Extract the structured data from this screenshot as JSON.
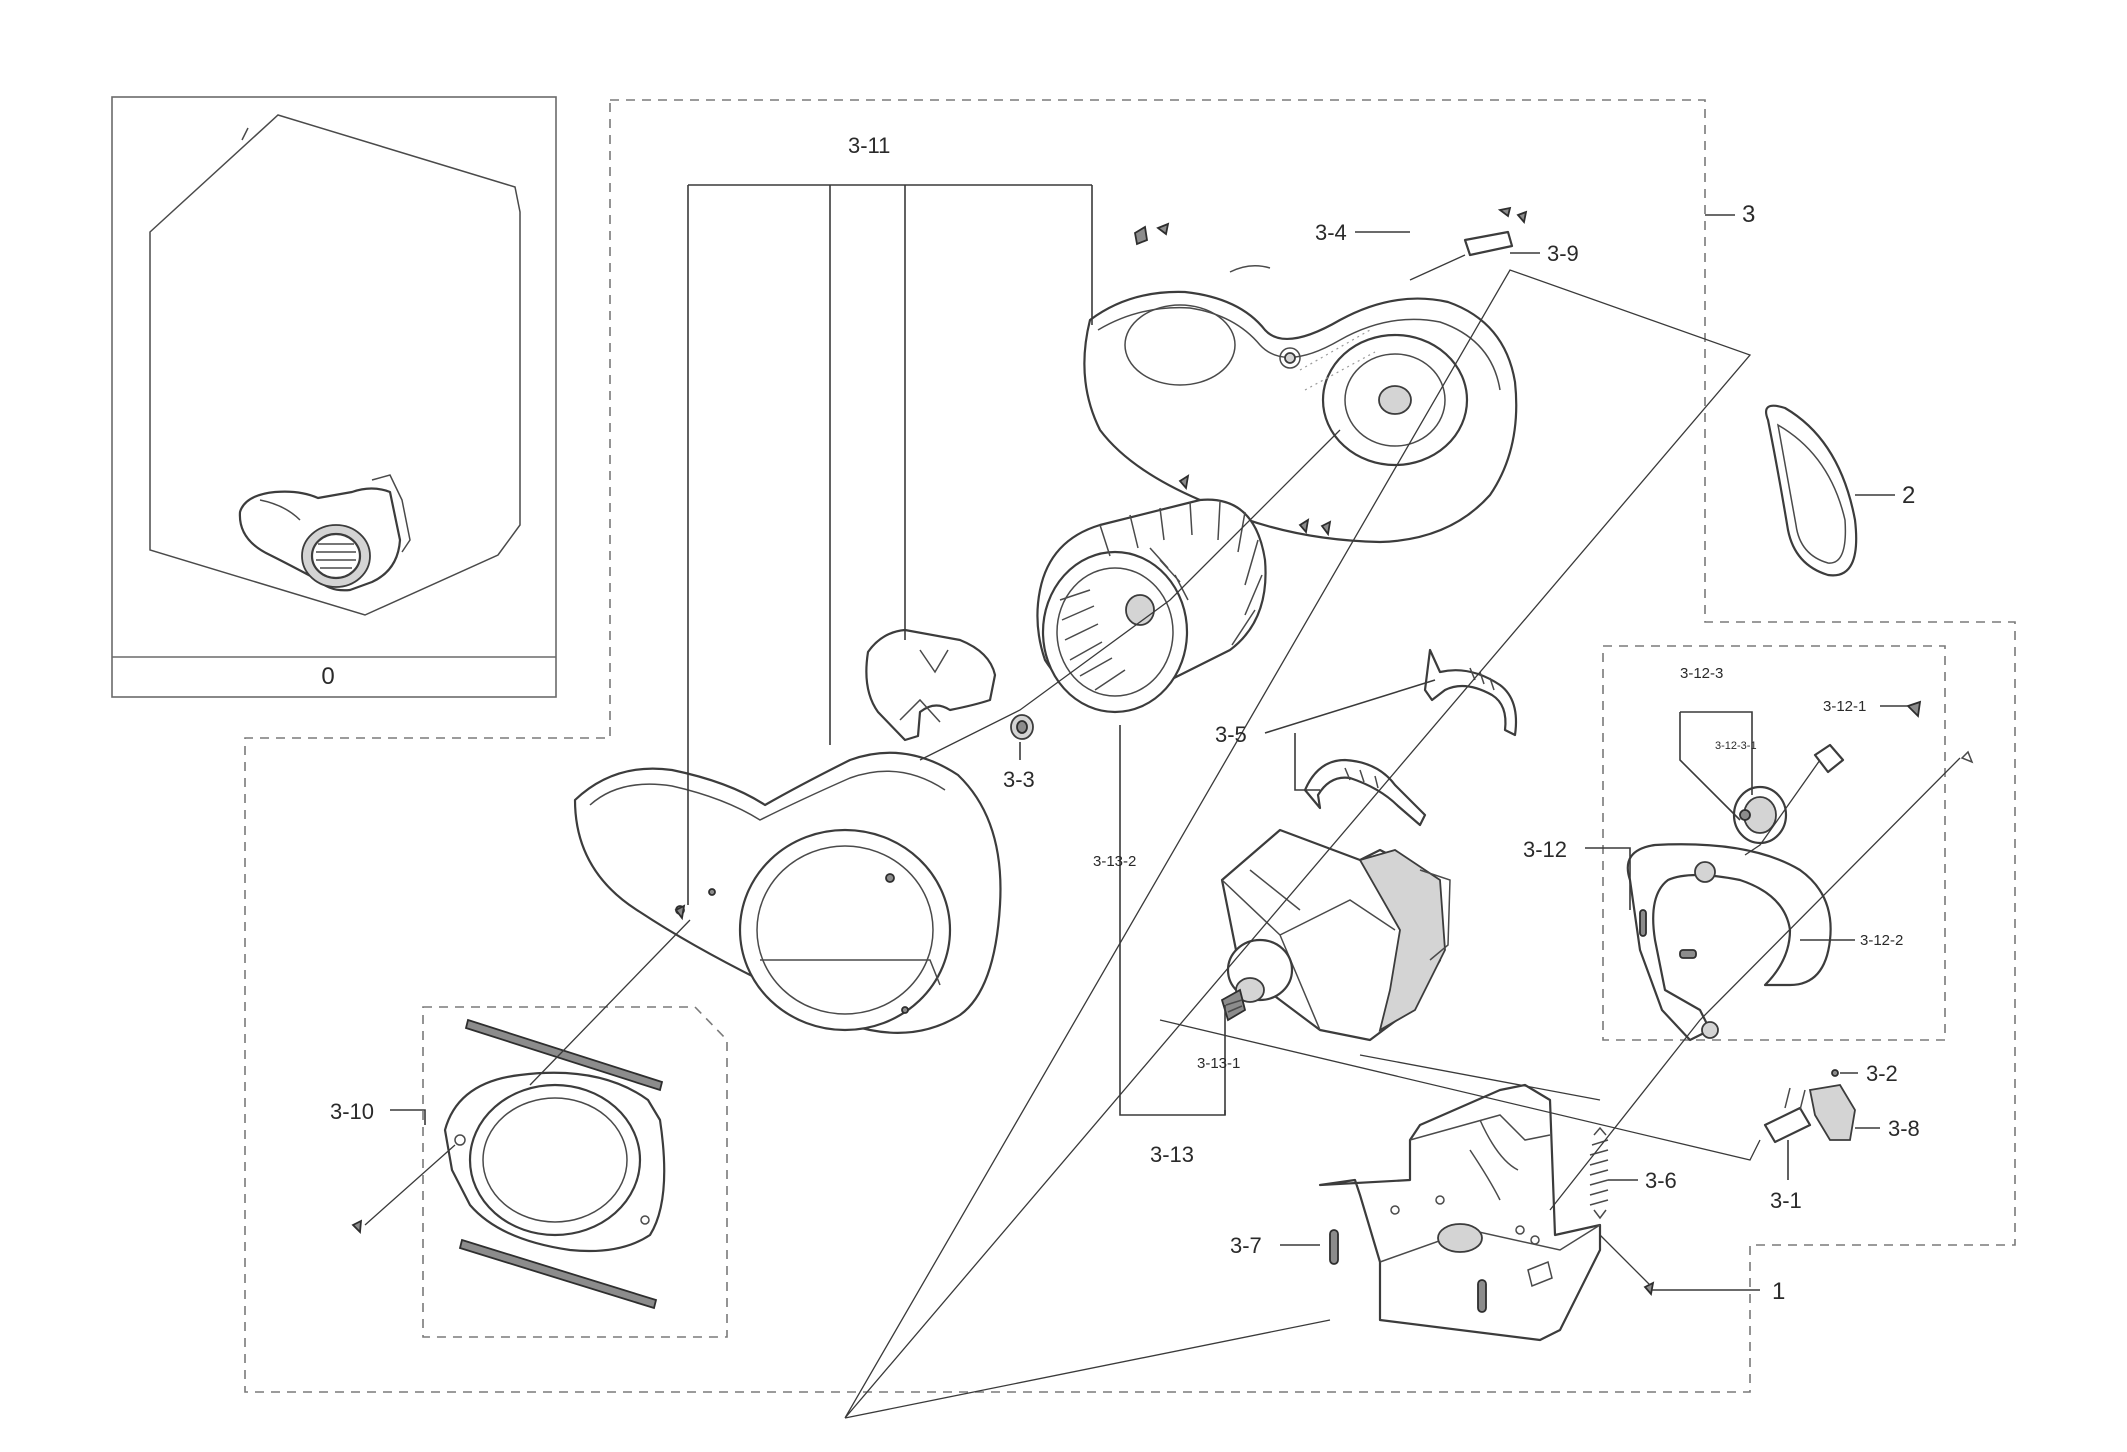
{
  "labels": {
    "l0": "0",
    "l1": "1",
    "l2": "2",
    "l3": "3",
    "l3_1": "3-1",
    "l3_2": "3-2",
    "l3_3": "3-3",
    "l3_4": "3-4",
    "l3_5": "3-5",
    "l3_6": "3-6",
    "l3_7": "3-7",
    "l3_8": "3-8",
    "l3_9": "3-9",
    "l3_10": "3-10",
    "l3_11": "3-11",
    "l3_12": "3-12",
    "l3_12_1": "3-12-1",
    "l3_12_2": "3-12-2",
    "l3_12_3": "3-12-3",
    "l3_12_3_1": "3-12-3-1",
    "l3_13": "3-13",
    "l3_13_1": "3-13-1",
    "l3_13_2": "3-13-2"
  }
}
